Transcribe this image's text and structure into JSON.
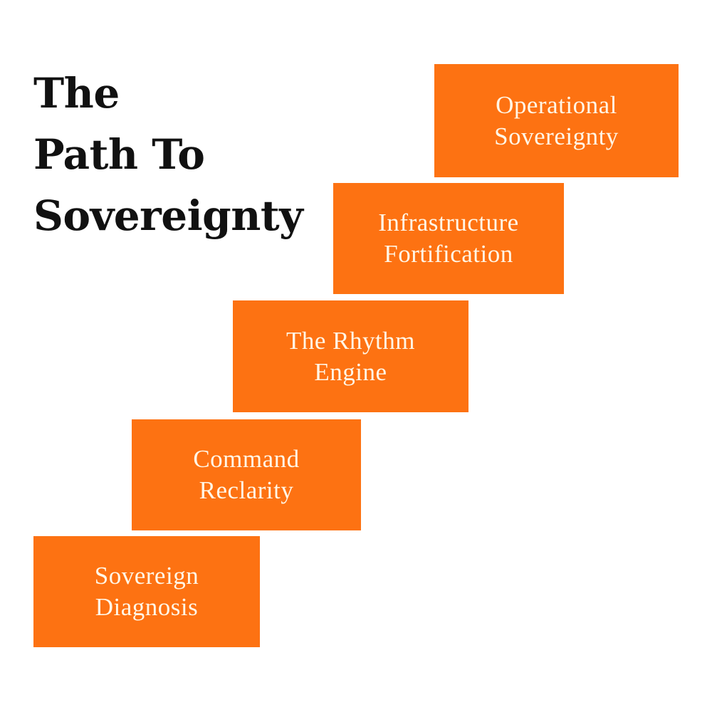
{
  "title": {
    "lines": [
      "The",
      "Path To",
      "Sovereignty"
    ]
  },
  "colors": {
    "step_fill": "#FD7212",
    "step_text": "#FFF6E6",
    "title_text": "#111111"
  },
  "steps": [
    {
      "lines": [
        "Sovereign",
        "Diagnosis"
      ]
    },
    {
      "lines": [
        "Command",
        "Reclarity"
      ]
    },
    {
      "lines": [
        "The Rhythm",
        "Engine"
      ]
    },
    {
      "lines": [
        "Infrastructure",
        "Fortification"
      ]
    },
    {
      "lines": [
        "Operational",
        "Sovereignty"
      ]
    }
  ]
}
